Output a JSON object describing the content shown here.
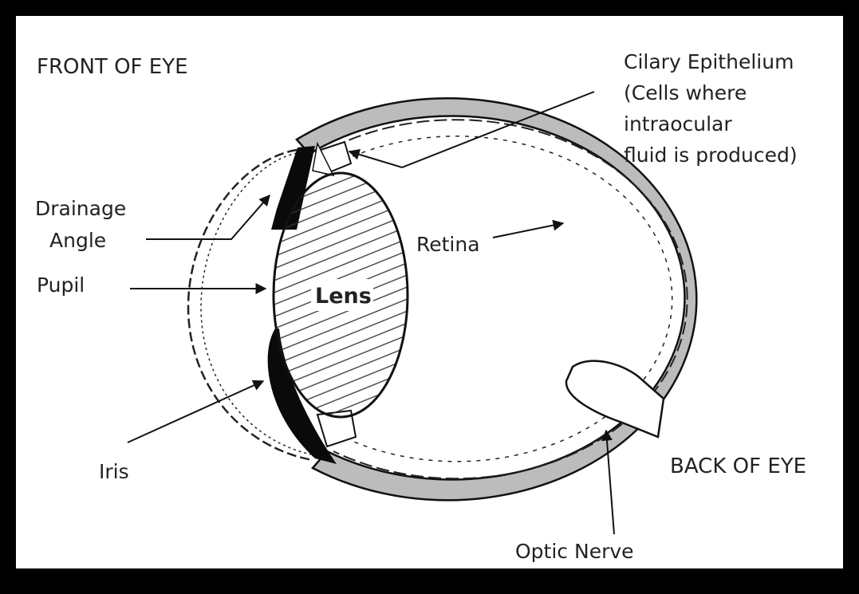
{
  "colors": {
    "frame": "#000000",
    "background": "#ffffff",
    "ink": "#111111",
    "sclera": "#bcbcbc"
  },
  "labels": {
    "front_of_eye": "FRONT OF EYE",
    "back_of_eye": "BACK OF EYE",
    "ciliary": [
      "Cilary Epithelium",
      "(Cells where",
      "intraocular",
      "fluid is produced)"
    ],
    "drainage": [
      "Drainage",
      "Angle"
    ],
    "pupil": "Pupil",
    "lens": "Lens",
    "retina": "Retina",
    "iris": "Iris",
    "optic_nerve": "Optic Nerve"
  }
}
